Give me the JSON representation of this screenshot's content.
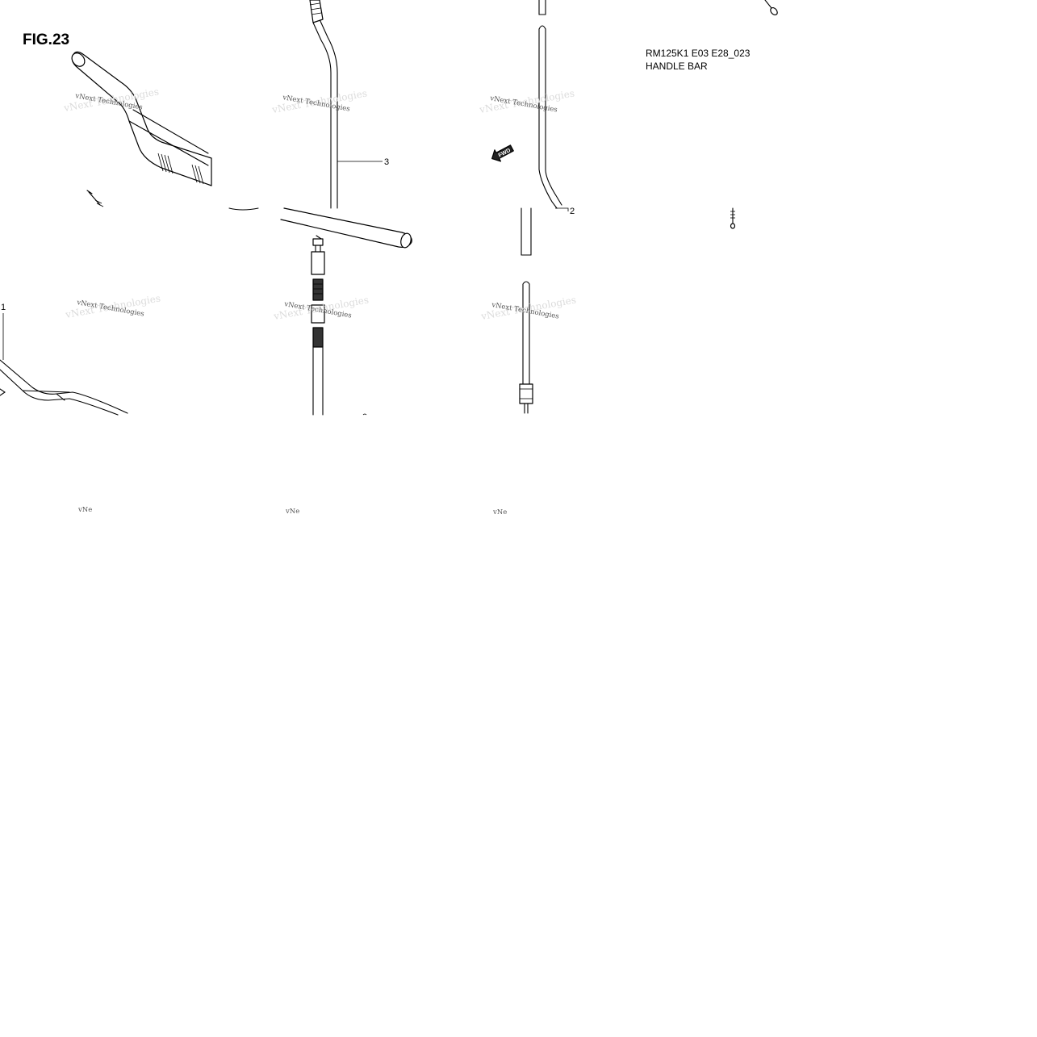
{
  "figure": {
    "title": "FIG.23",
    "model_code": "RM125K1 E03 E28_023",
    "assembly_name": "HANDLE BAR"
  },
  "callouts": [
    {
      "id": "1",
      "label": "1"
    },
    {
      "id": "2",
      "label": "2"
    },
    {
      "id": "3",
      "label": "3"
    }
  ],
  "fwd_arrow": {
    "label": "FWD"
  },
  "watermark": {
    "text": "vNext Technologies",
    "partial_text": "vNe"
  },
  "colors": {
    "line": "#000000",
    "background": "#ffffff",
    "watermark": "#555555"
  }
}
